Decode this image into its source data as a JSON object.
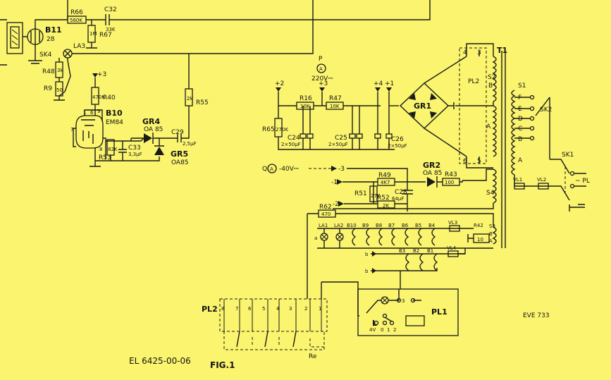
{
  "labels": {
    "b11": "B11",
    "b11_type": "28",
    "sk4": "SK4",
    "la3": "LA3",
    "r48": "R48",
    "r48v": "3k",
    "r9": "R9",
    "r9v": "50",
    "r66": "R66",
    "r66v": "560K",
    "r67": "R67",
    "r67v": "1M",
    "c32": "C32",
    "c32v": "33K",
    "plus3a": "+3",
    "r40": "R40",
    "r40v": "470K",
    "b10": "B10",
    "b10_type": "EM84",
    "pin9": "9",
    "pin1": "1",
    "pin7": "7",
    "pin6": "6",
    "pin8": "8",
    "r53": "R53",
    "r53v": "82K",
    "c33": "C33",
    "c33v": "3,3µF",
    "gr4": "GR4",
    "gr4_type": "OA 85",
    "gr5": "GR5",
    "gr5_type": "OA85",
    "c29": "C29",
    "c29v": "2,5µF",
    "r55": "R55",
    "r55v": "2k",
    "p": "P",
    "p_circ": "A",
    "p_volt": "220V⎓",
    "plus2": "+2",
    "plus3b": "+3",
    "r16": "R16",
    "r16v": "10K",
    "r47": "R47",
    "r47v": "10K",
    "r65": "R65",
    "r65v": "270K",
    "c24": "C24",
    "c24v": "2×50µF",
    "c25": "C25",
    "c25v": "2×50µF",
    "plus4": "+4",
    "plus1": "+1",
    "c26": "C26",
    "c26v": "2×50µF",
    "gr1": "GR1",
    "pl2a": "PL2",
    "t1": "T1",
    "s2": "S2",
    "sb": "B",
    "sa": "A",
    "s1": "S1",
    "tf": "F",
    "te": "E",
    "td": "D",
    "tc": "C",
    "tb": "B",
    "ta": "A",
    "sk2": "SK2",
    "sk1": "SK1",
    "mains": "~ PL",
    "vl1": "VL1",
    "vl2": "VL2",
    "s4": "S4",
    "q": "Q",
    "q_circ": "A",
    "q_volt": "-40V⎓",
    "m3": "-3",
    "m1": "-1",
    "m2": "-2",
    "gr2": "GR2",
    "gr2_type": "OA 85",
    "r49": "R49",
    "r49v": "4K7",
    "r43": "R43",
    "r43v": "100",
    "r51": "R51",
    "r51v": "27K",
    "c28": "C28",
    "c28v": "64µF",
    "r52": "R52",
    "r52v": "2K",
    "r62": "R62",
    "r62v": "470",
    "la1": "LA1",
    "la2": "LA2",
    "b10b": "B10",
    "b9": "B9",
    "b8": "B8",
    "b7": "B7",
    "b6": "B6",
    "b5": "B5",
    "b4": "B4",
    "vl3": "VL3",
    "r42": "R42",
    "r42v": "10",
    "s3": "S3",
    "s3b": "B",
    "s3a": "A",
    "b3": "B3",
    "b2": "B2",
    "b1": "B1",
    "vl4": "VL4",
    "ba": "a",
    "bb": "b",
    "bc": "b",
    "pl2b": "PL2",
    "re": "Re",
    "pl1": "PL1",
    "pl1_l": "L",
    "pl1_4v": "4V",
    "pl1_0": "0",
    "pl1_1": "1",
    "pl1_2": "2",
    "pl1_3": "3",
    "eve": "EVE 733",
    "drawing_no": "EL 6425-00-06",
    "fig": "FIG.1"
  }
}
